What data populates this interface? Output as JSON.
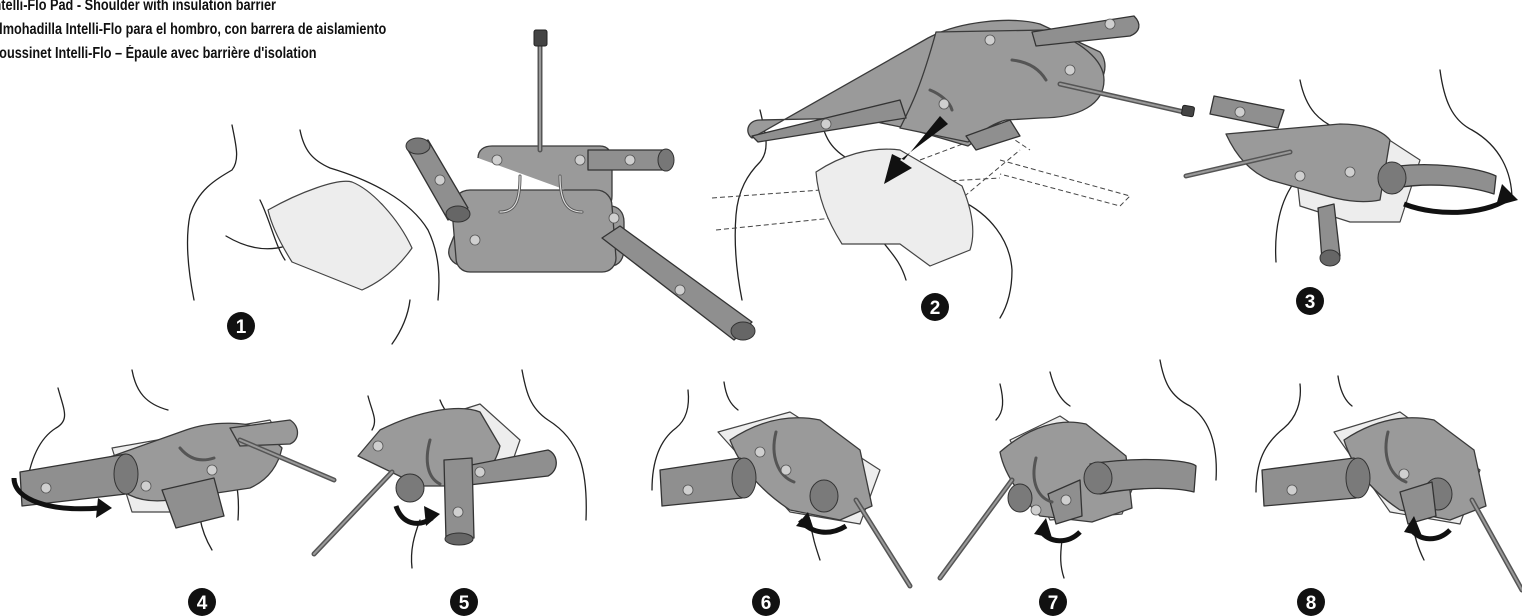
{
  "title": {
    "english": "Intelli-Flo Pad - Shoulder with insulation barrier",
    "spanish": "Almohadilla Intelli-Flo para el hombro, con barrera de aislamiento",
    "french": "Coussinet Intelli-Flo – Épaule avec barrière d'isolation"
  },
  "steps": [
    "1",
    "2",
    "3",
    "4",
    "5",
    "6",
    "7",
    "8"
  ],
  "colors": {
    "pad": "#9a9a9a",
    "strap": "#8f8f8f",
    "barrier": "#ededed",
    "outline": "#222222",
    "step_badge": "#111111"
  }
}
